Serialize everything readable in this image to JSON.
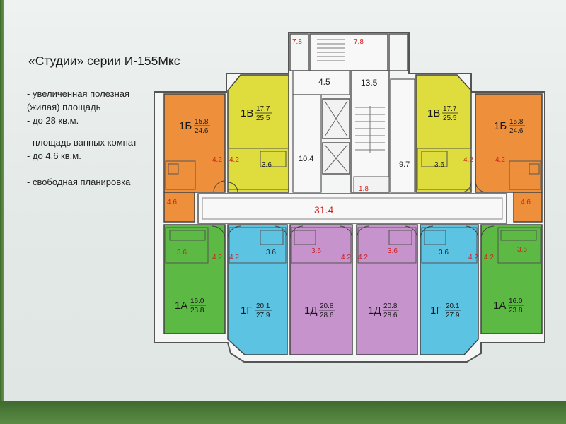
{
  "title": "«Студии» серии И-155Мкс",
  "features": [
    "- увеличенная полезная",
    "(жилая) площадь",
    "- до 28 кв.м.",
    "- площадь ванных комнат",
    "- до 4.6 кв.м.",
    "- свободная планировка"
  ],
  "apartments": [
    {
      "code": "1Б",
      "living": "15.8",
      "total": "24.6",
      "color": "#ee8f3c"
    },
    {
      "code": "1В",
      "living": "17.7",
      "total": "25.5",
      "color": "#dedd3d"
    },
    {
      "code": "1В",
      "living": "17.7",
      "total": "25.5",
      "color": "#dedd3d"
    },
    {
      "code": "1Б",
      "living": "15.8",
      "total": "24.6",
      "color": "#ee8f3c"
    },
    {
      "code": "1А",
      "living": "16.0",
      "total": "23.8",
      "color": "#5cb944"
    },
    {
      "code": "1Г",
      "living": "20.1",
      "total": "27.9",
      "color": "#5cc3e3"
    },
    {
      "code": "1Д",
      "living": "20.8",
      "total": "28.6",
      "color": "#c693cc"
    },
    {
      "code": "1Д",
      "living": "20.8",
      "total": "28.6",
      "color": "#c693cc"
    },
    {
      "code": "1Г",
      "living": "20.1",
      "total": "27.9",
      "color": "#5cc3e3"
    },
    {
      "code": "1А",
      "living": "16.0",
      "total": "23.8",
      "color": "#5cb944"
    }
  ],
  "areas": {
    "balcony_left": "7.8",
    "balcony_right": "7.8",
    "hall_top": "4.5",
    "stair_top": "13.5",
    "shaft_left": "10.4",
    "shaft_right": "9.7",
    "lift_small": "1.8",
    "corridor": "31.4",
    "bath_1b": "4.6",
    "hall_4_2": "4.2",
    "bath_3_6": "3.6"
  }
}
